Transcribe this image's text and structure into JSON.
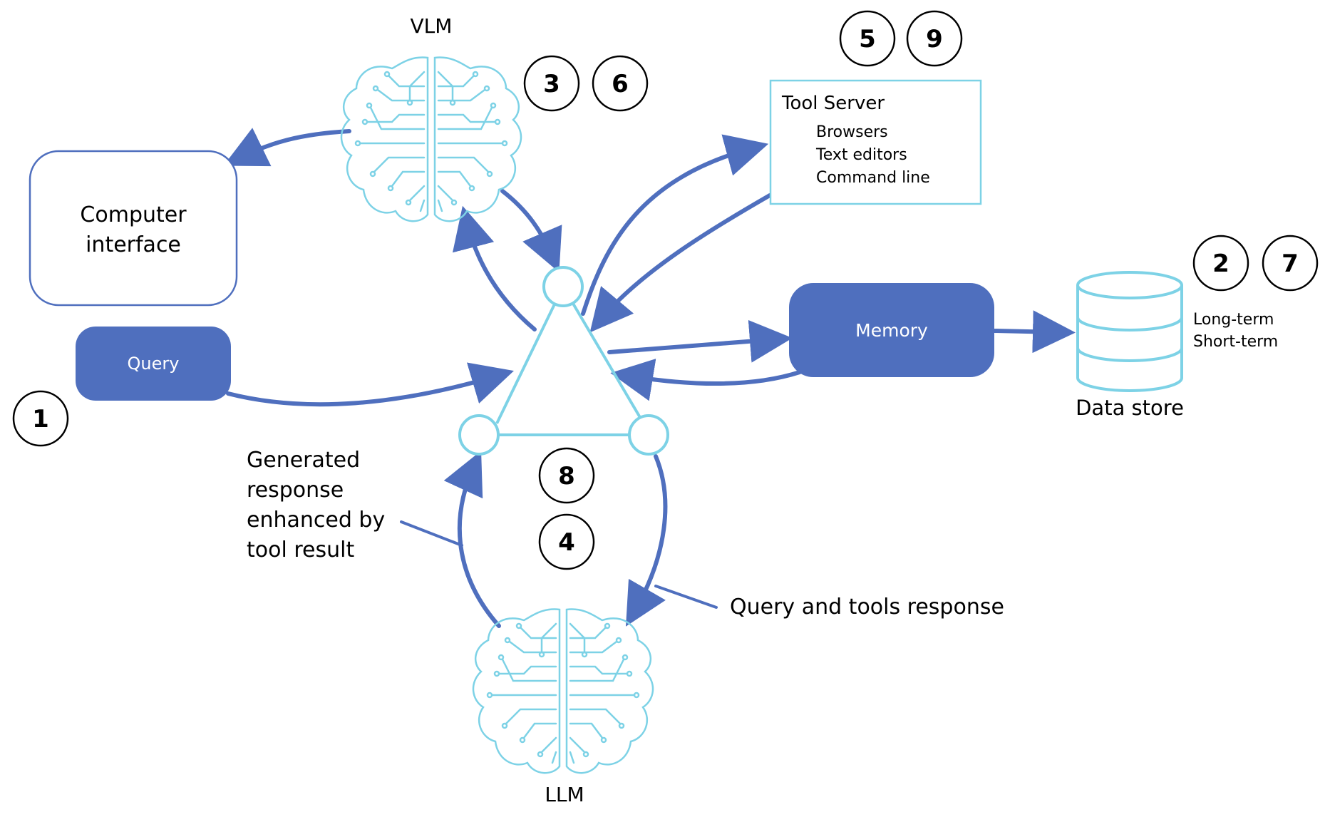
{
  "colors": {
    "accent": "#4f6fbe",
    "cyan": "#7dd2e6",
    "box_border": "#4f6fbe",
    "text": "#000000",
    "white": "#ffffff"
  },
  "nodes": {
    "vlm_label": "VLM",
    "llm_label": "LLM",
    "computer_interface_line1": "Computer",
    "computer_interface_line2": "interface",
    "query_label": "Query",
    "memory_label": "Memory",
    "data_store_label": "Data store",
    "data_store_tiers": [
      "Long-term",
      "Short-term"
    ],
    "tool_server": {
      "title": "Tool Server",
      "items": [
        "Browsers",
        "Text editors",
        "Command line"
      ]
    }
  },
  "annotations": {
    "generated_response": [
      "Generated",
      "response",
      "enhanced by",
      "tool result"
    ],
    "query_tools_response": "Query and tools response"
  },
  "step_numbers": {
    "query_step": "1",
    "vlm_steps": [
      "3",
      "6"
    ],
    "tool_steps": [
      "5",
      "9"
    ],
    "store_steps": [
      "2",
      "7"
    ],
    "llm_steps": [
      "8",
      "4"
    ]
  },
  "icons": [
    "brain-circuit-icon",
    "database-icon"
  ]
}
